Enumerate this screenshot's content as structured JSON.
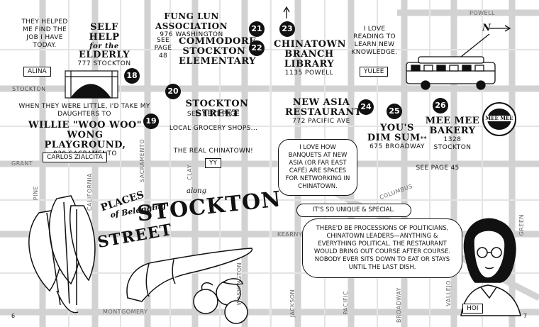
{
  "streets": {
    "powell": "Powell",
    "stockton": "Stockton",
    "grant": "Grant",
    "pine": "Pine",
    "california": "California",
    "sacramento": "Sacramento",
    "clay": "Clay",
    "kearny": "Kearny",
    "columbus": "Columbus",
    "green": "Green",
    "montgomery": "Montgomery",
    "washington": "Washington",
    "jackson": "Jackson",
    "pacific": "Pacific",
    "broadway": "Broadway",
    "vallejo": "Vallejo"
  },
  "compass": {
    "label": "N"
  },
  "alina": {
    "quote": "They helped me find the job I have today.",
    "name": "Alina"
  },
  "place18": {
    "number": "18",
    "name_line1": "Self Help",
    "name_line2": "for the",
    "name_line3": "Elderly",
    "address": "777 Stockton"
  },
  "place19": {
    "number": "19",
    "intro": "When they were little, I'd take my daughters to",
    "name_line1": "Willie \"Woo Woo\" Wong",
    "name_line2": "Playground,",
    "address": "830 Sacramento",
    "person": "Carlos Zialcita"
  },
  "place20": {
    "number": "20",
    "name": "Stockton Street",
    "note1": "See next page",
    "note2": "Local grocery shops...",
    "note3": "The real Chinatown!",
    "person": "YY"
  },
  "place21": {
    "number": "21",
    "name": "Fung Lun Association",
    "address": "976 Washington",
    "see": "See page 48"
  },
  "place22": {
    "number": "22",
    "name_line1": "Commodore",
    "name_line2": "Stockton",
    "name_line3": "Elementary"
  },
  "place23": {
    "number": "23",
    "name_line1": "Chinatown",
    "name_line2": "Branch",
    "name_line3": "Library",
    "address": "1135 Powell",
    "quote": "I love reading to learn new knowledge.",
    "person": "Yulee"
  },
  "place24": {
    "number": "24",
    "name_line1": "New Asia",
    "name_line2": "Restaurant",
    "address": "772 Pacific Ave"
  },
  "place25": {
    "number": "25",
    "name_line1": "You's",
    "name_line2": "Dim Sum",
    "footnote": "**",
    "address": "675 Broadway"
  },
  "place26": {
    "number": "26",
    "name_line1": "Mee Mee",
    "name_line2": "Bakery",
    "address": "1328 Stockton",
    "see": "See page 45"
  },
  "bakery_logo": {
    "text": "Mee Mee"
  },
  "bubbles": {
    "b1": "I love how banquets at New Asia (or Far East Café) are spaces for networking in Chinatown.",
    "b2": "It's so unique & special.",
    "b3": "There'd be processions of politicians, Chinatown leaders—anything & everything political. The restaurant would bring out course after course. Nobody ever sits down to eat or stays until the last dish."
  },
  "hoi": {
    "name": "Hoi"
  },
  "heading": {
    "line1": "Places",
    "line2": "of Belonging",
    "line3": "along",
    "line4": "Stockton",
    "line5": "Street"
  },
  "pages": {
    "left": "6",
    "right": "7"
  }
}
